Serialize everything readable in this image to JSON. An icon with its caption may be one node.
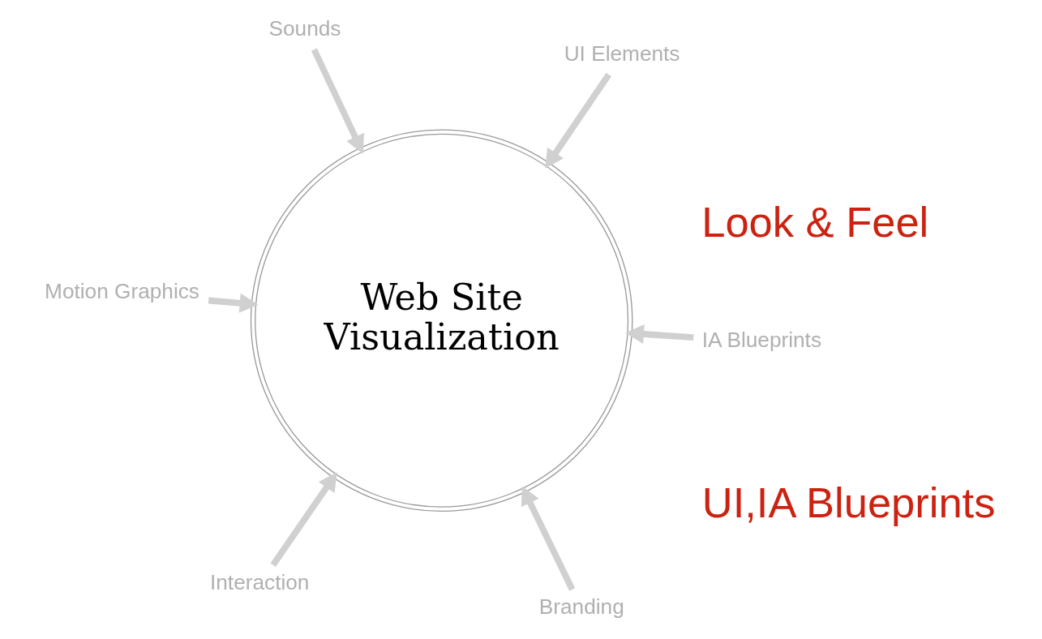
{
  "diagram": {
    "nodes": [
      {
        "text": [
          "Motion Graphics"
        ]
      },
      {
        "text": [
          "IA Blueprints"
        ]
      },
      {
        "text": [
          "Branding"
        ]
      },
      {
        "text": [
          "Sounds"
        ]
      },
      {
        "text": [
          "Web Site",
          "Visualization"
        ]
      },
      {
        "text": [
          "UI Elements"
        ]
      },
      {
        "text": [
          "Interaction"
        ]
      }
    ],
    "edges": [
      {
        "from": 0,
        "to": 4,
        "arrow": "to"
      },
      {
        "from": 1,
        "to": 4,
        "arrow": "to"
      },
      {
        "from": 2,
        "to": 4,
        "arrow": "to"
      },
      {
        "from": 3,
        "to": 4,
        "arrow": "to"
      },
      {
        "from": 5,
        "to": 4,
        "arrow": "to"
      },
      {
        "from": 6,
        "to": 4,
        "arrow": "to"
      }
    ],
    "labels": [
      "Look & Feel",
      "UI,IA Blueprints"
    ]
  }
}
